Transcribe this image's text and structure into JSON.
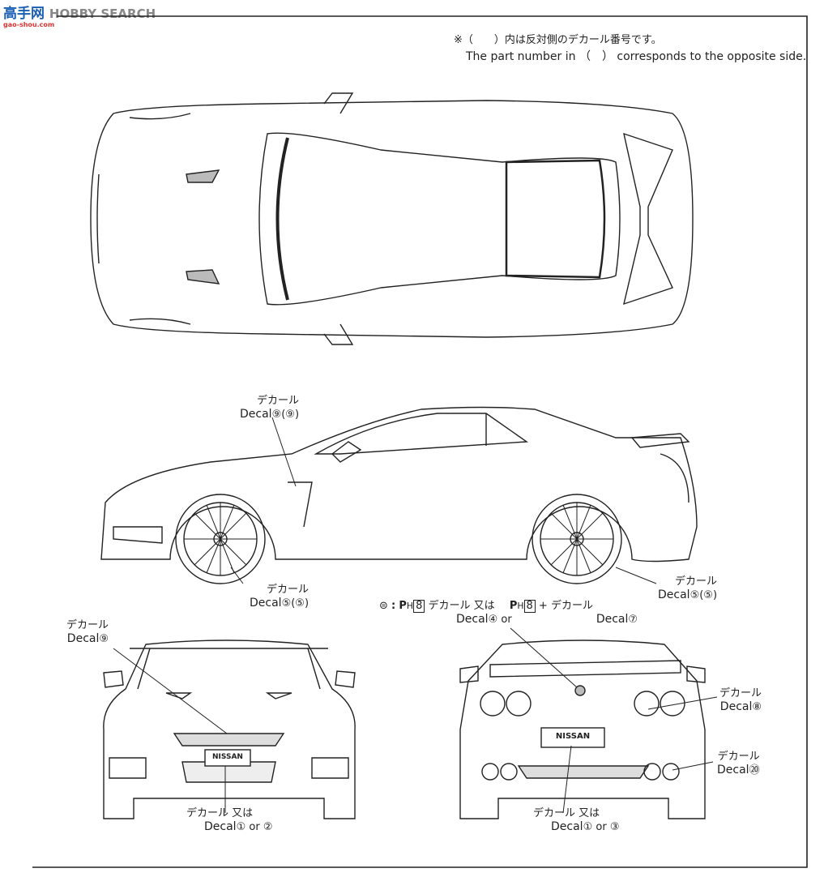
{
  "watermark": {
    "logo_cn": "高手网",
    "logo_en": "HOBBY SEARCH",
    "url": "gao-shou.com"
  },
  "note": {
    "jp": "※（　　）内は反対側のデカール番号です。",
    "en": "The part number in （　） corresponds to the opposite side."
  },
  "badges": {
    "front_plate": "NISSAN",
    "rear_plate": "NISSAN"
  },
  "labels": {
    "side_upper": {
      "jp": "デカール",
      "en": "Decal",
      "num": "⑨",
      "opp": "(⑨)"
    },
    "side_front_wheel": {
      "jp": "デカール",
      "en": "Decal",
      "num": "⑤",
      "opp": "(⑤)"
    },
    "side_rear_wheel": {
      "jp": "デカール",
      "en": "Decal",
      "num": "⑤",
      "opp": "(⑤)"
    },
    "front_grille": {
      "jp": "デカール",
      "en": "Decal",
      "num": "⑨"
    },
    "front_plate": {
      "jp": "デカール",
      "en": "Decal",
      "num1": "①",
      "or_jp": "又は",
      "or_en": "or",
      "num2": "②"
    },
    "emblem": {
      "part": "P",
      "sub": "H",
      "box": "8",
      "jp": "デカール",
      "en": "Decal",
      "num1": "④",
      "or_jp": "又は",
      "or_en": "or",
      "plus": "+",
      "jp2": "デカール",
      "en2": "Decal",
      "num2": "⑦"
    },
    "rear_badge": {
      "jp": "デカール",
      "en": "Decal",
      "num": "⑧"
    },
    "rear_diffuser": {
      "jp": "デカール",
      "en": "Decal",
      "num": "⑳"
    },
    "rear_plate": {
      "jp": "デカール",
      "en": "Decal",
      "num1": "①",
      "or_jp": "又は",
      "or_en": "or",
      "num2": "③"
    }
  }
}
